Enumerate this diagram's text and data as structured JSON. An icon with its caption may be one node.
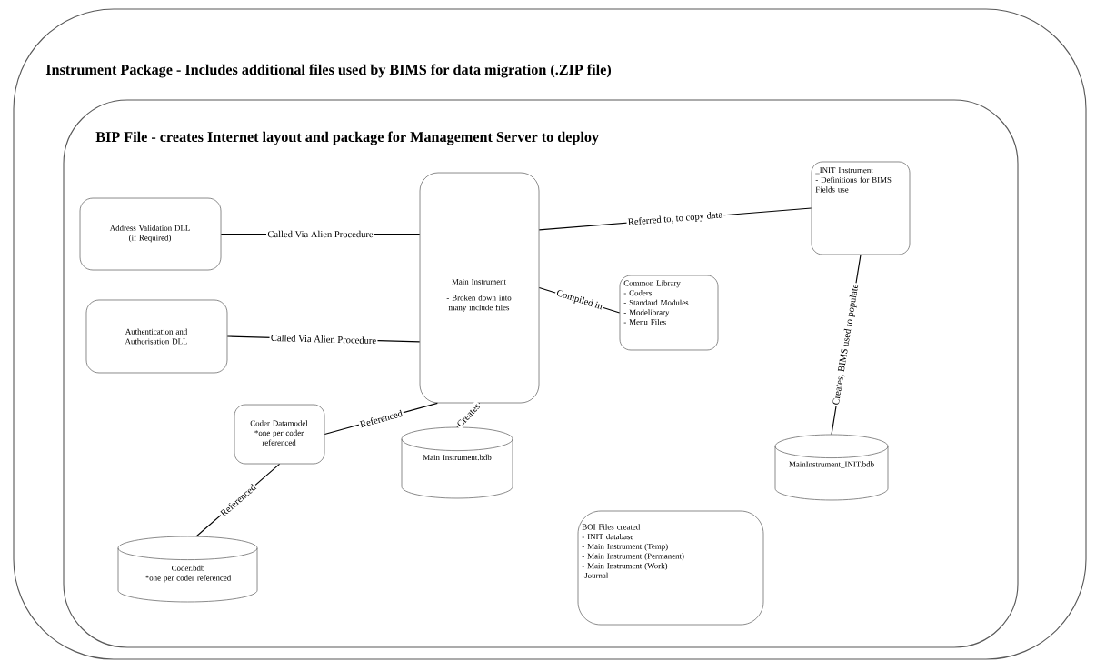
{
  "diagram": {
    "nodes": [
      {
        "text": [
          "Instrument Package - Includes additional files used by BIMS for data migration (.ZIP file)"
        ]
      },
      {
        "text": [
          "BIP File - creates Internet layout and package for Management Server to deploy"
        ],
        "in": 0
      },
      {
        "text": [
          "Address Validation DLL",
          "(if Required)"
        ],
        "in": 1
      },
      {
        "text": [
          "Authentication and Authorisation DLL"
        ],
        "in": 1
      },
      {
        "text": [
          "Main Instrument",
          "- Broken down into many include files"
        ],
        "in": 1
      },
      {
        "text": [
          "_INIT Instrument",
          "- Definitions for BIMS Fields use"
        ],
        "in": 1
      },
      {
        "text": [
          "Common Library",
          "- Coders",
          "- Standard Modules",
          "- Modelibrary",
          "- Menu Files"
        ],
        "in": 1
      },
      {
        "text": [
          "Coder Datamodel",
          "*one per coder referenced"
        ],
        "in": 1
      },
      {
        "text": [
          "Main Instrument.bdb"
        ],
        "in": 1
      },
      {
        "text": [
          "MainInstrument_INIT.bdb"
        ],
        "in": 1
      },
      {
        "text": [
          "Coder.bdb",
          "*one per coder referenced"
        ],
        "in": 1
      },
      {
        "text": [
          "BOI Files created",
          "- INIT database",
          "- Main Instrument (Temp)",
          "- Main Instrument (Permanent)",
          "- Main Instrument (Work)",
          "-Journal"
        ],
        "in": 1
      }
    ],
    "edges": [
      {
        "from": 2,
        "to": 4,
        "arrow": "none",
        "label": "Called Via Alien Procedure"
      },
      {
        "from": 3,
        "to": 4,
        "arrow": "none",
        "label": "Called Via Alien Procedure"
      },
      {
        "from": 4,
        "to": 5,
        "arrow": "none",
        "label": "Referred to, to copy data"
      },
      {
        "from": 4,
        "to": 6,
        "arrow": "none",
        "label": "Compiled in"
      },
      {
        "from": 7,
        "to": 4,
        "arrow": "none",
        "label": "Referenced"
      },
      {
        "from": 10,
        "to": 7,
        "arrow": "none",
        "label": "Referenced"
      },
      {
        "from": 4,
        "to": 8,
        "arrow": "none",
        "label": "Creates"
      },
      {
        "from": 9,
        "to": 5,
        "arrow": "none",
        "label": "Creates, BIMS used to populate"
      }
    ]
  }
}
